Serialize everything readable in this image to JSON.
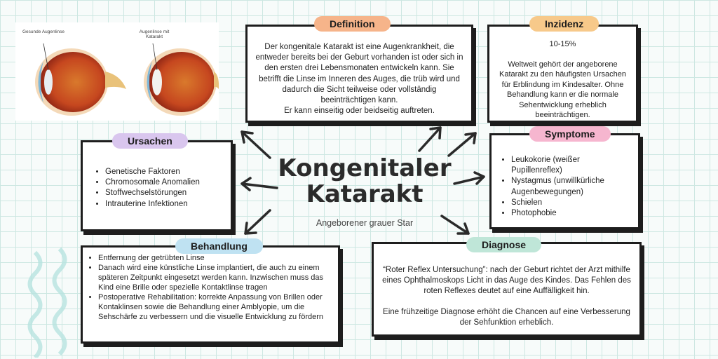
{
  "title": {
    "main": "Kongenitaler Katarakt",
    "subtitle": "Angeborener grauer Star"
  },
  "eye_images": {
    "left_label": "Gesunde Augenlinse",
    "right_label": "Augenlinse mit Katarakt"
  },
  "definition": {
    "heading": "Definition",
    "text": "Der kongenitale Katarakt ist eine Augenkrankheit, die entweder bereits bei der Geburt vorhanden ist oder sich in den ersten drei Lebensmonaten entwickeln kann. Sie betrifft die Linse im Inneren des Auges, die trüb wird und dadurch die Sicht teilweise oder vollständig beeinträchtigen kann.",
    "text2": "Er kann einseitig oder beidseitig auftreten."
  },
  "inzidenz": {
    "heading": "Inzidenz",
    "value": "10-15%",
    "text": "Weltweit gehört der angeborene Katarakt zu den häufigsten Ursachen für Erblindung im Kindesalter. Ohne Behandlung kann er die normale Sehentwicklung erheblich beeinträchtigen."
  },
  "ursachen": {
    "heading": "Ursachen",
    "items": [
      "Genetische Faktoren",
      "Chromosomale Anomalien",
      "Stoffwechselstörungen",
      "Intrauterine Infektionen"
    ]
  },
  "symptome": {
    "heading": "Symptome",
    "items": [
      "Leukokorie (weißer Pupillenreflex)",
      "Nystagmus (unwillkürliche Augenbewegungen)",
      "Schielen",
      "Photophobie"
    ]
  },
  "behandlung": {
    "heading": "Behandlung",
    "items": [
      "Entfernung der getrübten Linse",
      "Danach wird eine künstliche Linse implantiert, die auch zu einem späteren Zeitpunkt eingesetzt werden kann. Inzwischen muss das Kind eine Brille oder spezielle Kontaktlinse tragen",
      "Postoperative Rehabilitation: korrekte Anpassung von Brillen oder Kontaklinsen sowie die Behandlung einer Amblyopie, um die Sehschärfe zu verbessern und die visuelle Entwicklung zu fördern"
    ]
  },
  "diagnose": {
    "heading": "Diagnose",
    "text": "“Roter Reflex Untersuchung”: nach der Geburt richtet der Arzt mithilfe eines Ophthalmoskops Licht in das Auge des Kindes. Das Fehlen des roten Reflexes deutet auf eine Auffälligkeit hin.",
    "text2": "Eine frühzeitige Diagnose erhöht die Chancen auf eine Verbesserung der Sehfunktion erheblich."
  },
  "colors": {
    "definition": "#f6b48a",
    "inzidenz": "#f7c98a",
    "ursachen": "#d9c6ee",
    "symptome": "#f6b6cf",
    "behandlung": "#bfe2f2",
    "diagnose": "#bfe6d8",
    "outline": "#1d1d1d"
  }
}
